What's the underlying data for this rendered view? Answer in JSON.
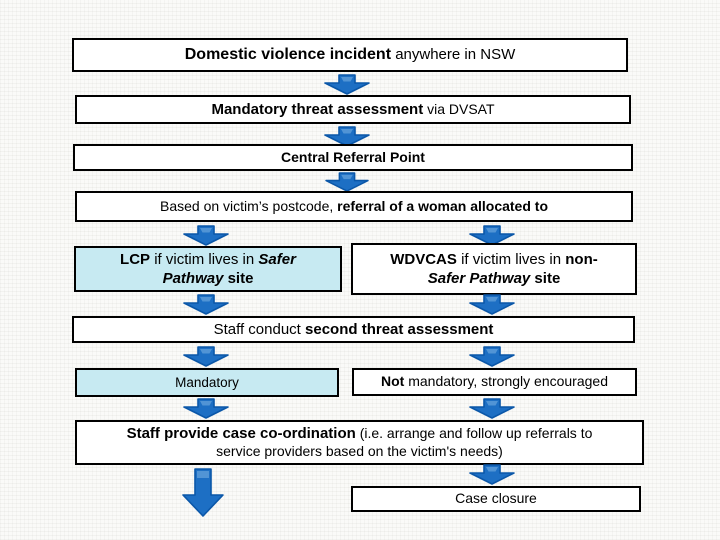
{
  "colors": {
    "background": "#fafaf8",
    "box_border": "#000000",
    "highlight_fill": "#c7eaf2",
    "arrow_fill": "#1d6fc4",
    "arrow_fill_light": "#5b9bd8",
    "arrow_stroke": "#0b57a8",
    "text": "#000000"
  },
  "icons": {
    "down_arrow": "down-arrow-icon",
    "big_down_arrow": "big-down-arrow-icon"
  },
  "nodes": {
    "incident": {
      "bold": "Domestic violence incident",
      "rest": " anywhere in NSW"
    },
    "assessment": {
      "bold": "Mandatory threat assessment",
      "rest": " via DVSAT"
    },
    "crp": {
      "bold": "Central Referral Point"
    },
    "postcode": {
      "pre": "Based on victim’s postcode, ",
      "bold": "referral of a woman allocated to"
    },
    "lcp": {
      "line1_bold": "LCP",
      "line1_mid": " if victim lives in ",
      "line1_bi": "Safer",
      "line2_bi": "Pathway",
      "line2_tail": " site"
    },
    "wdvcas": {
      "line1_bold": "WDVCAS",
      "line1_mid": " if victim lives in ",
      "line1_bold2": "non-",
      "line2_bi": "Safer Pathway",
      "line2_tail": " site"
    },
    "second_assessment": {
      "pre": "Staff conduct ",
      "bold": "second threat assessment"
    },
    "mandatory": {
      "text": "Mandatory"
    },
    "not_mandatory": {
      "bold": "Not",
      "rest": " mandatory, strongly encouraged"
    },
    "coordination": {
      "line1_bold": "Staff provide case co-ordination",
      "line1_rest": " (i.e. arrange and follow up referrals to",
      "line2": "service providers based on the victim's needs)"
    },
    "closure": {
      "text": "Case closure"
    }
  }
}
